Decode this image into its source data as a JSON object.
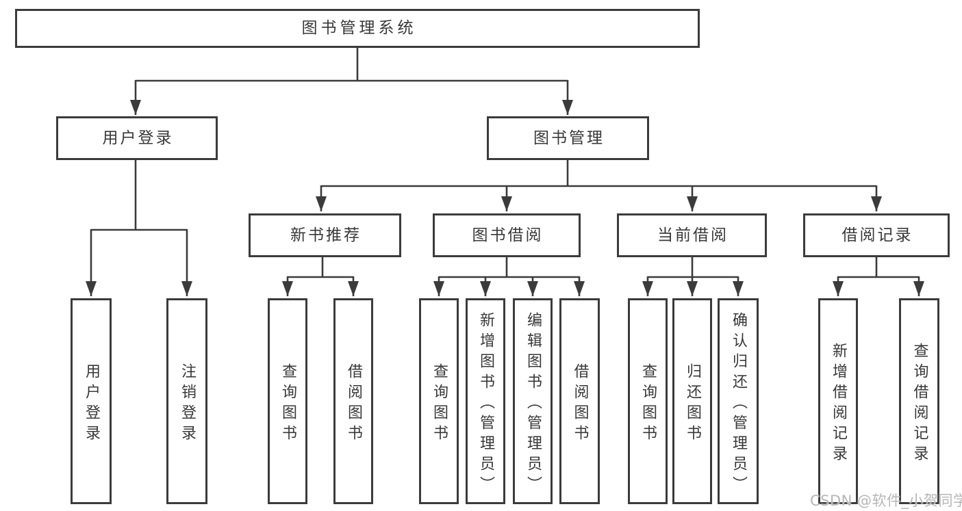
{
  "tree": {
    "label": "图书管理系统",
    "children": [
      {
        "label": "用户登录",
        "children": [
          {
            "label": "用户登录"
          },
          {
            "label": "注销登录"
          }
        ]
      },
      {
        "label": "图书管理",
        "children": [
          {
            "label": "新书推荐",
            "children": [
              {
                "label": "查询图书"
              },
              {
                "label": "借阅图书"
              }
            ]
          },
          {
            "label": "图书借阅",
            "children": [
              {
                "label": "查询图书"
              },
              {
                "label": "新增图书（管理员）"
              },
              {
                "label": "编辑图书（管理员）"
              },
              {
                "label": "借阅图书"
              }
            ]
          },
          {
            "label": "当前借阅",
            "children": [
              {
                "label": "查询图书"
              },
              {
                "label": "归还图书"
              },
              {
                "label": "确认归还（管理员）"
              }
            ]
          },
          {
            "label": "借阅记录",
            "children": [
              {
                "label": "新增借阅记录"
              },
              {
                "label": "查询借阅记录"
              }
            ]
          }
        ]
      }
    ]
  },
  "watermark": {
    "text": "CSDN @软件_小贺同学"
  },
  "colors": {
    "line": "#3b3b3b",
    "text": "#383838",
    "background": "#ffffff",
    "watermark": "#b6b6b6"
  }
}
